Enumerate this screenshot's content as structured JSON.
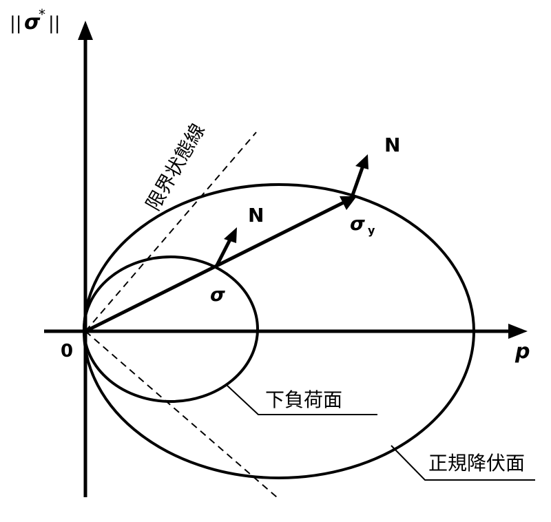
{
  "axes": {
    "y_label_bars_left": "||",
    "y_label_sigma": "σ",
    "y_label_star": "*",
    "y_label_bars_right": "||",
    "x_label": "p",
    "origin_label": "0"
  },
  "labels": {
    "critical_state_line": "限界状態線",
    "normal_vector_inner": "N",
    "normal_vector_outer": "N",
    "stress_point": "σ",
    "yield_point_sigma": "σ",
    "yield_point_subscript": "y",
    "subloading_surface": "下負荷面",
    "normal_yield_surface": "正規降伏面"
  },
  "colors": {
    "ink": "#000000",
    "background": "#ffffff"
  }
}
